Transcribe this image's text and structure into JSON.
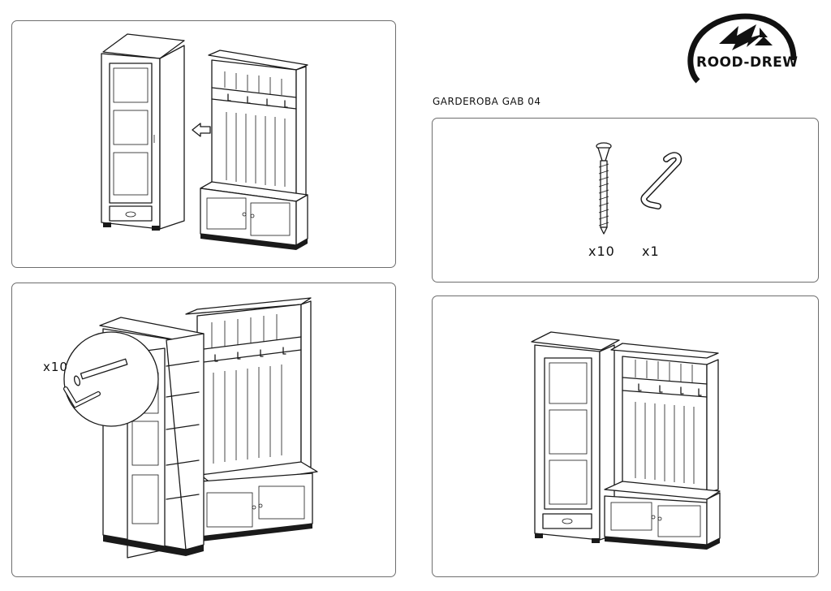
{
  "document": {
    "title": "GARDEROBA  GAB  04",
    "brand": "ROOD-DREW"
  },
  "hardware": {
    "screw_count": "x10",
    "key_count": "x1"
  },
  "step3": {
    "screw_count": "x10"
  },
  "icons": {
    "arrow": "arrow-left-icon",
    "screw": "screw-icon",
    "allen_key": "allen-key-icon"
  }
}
